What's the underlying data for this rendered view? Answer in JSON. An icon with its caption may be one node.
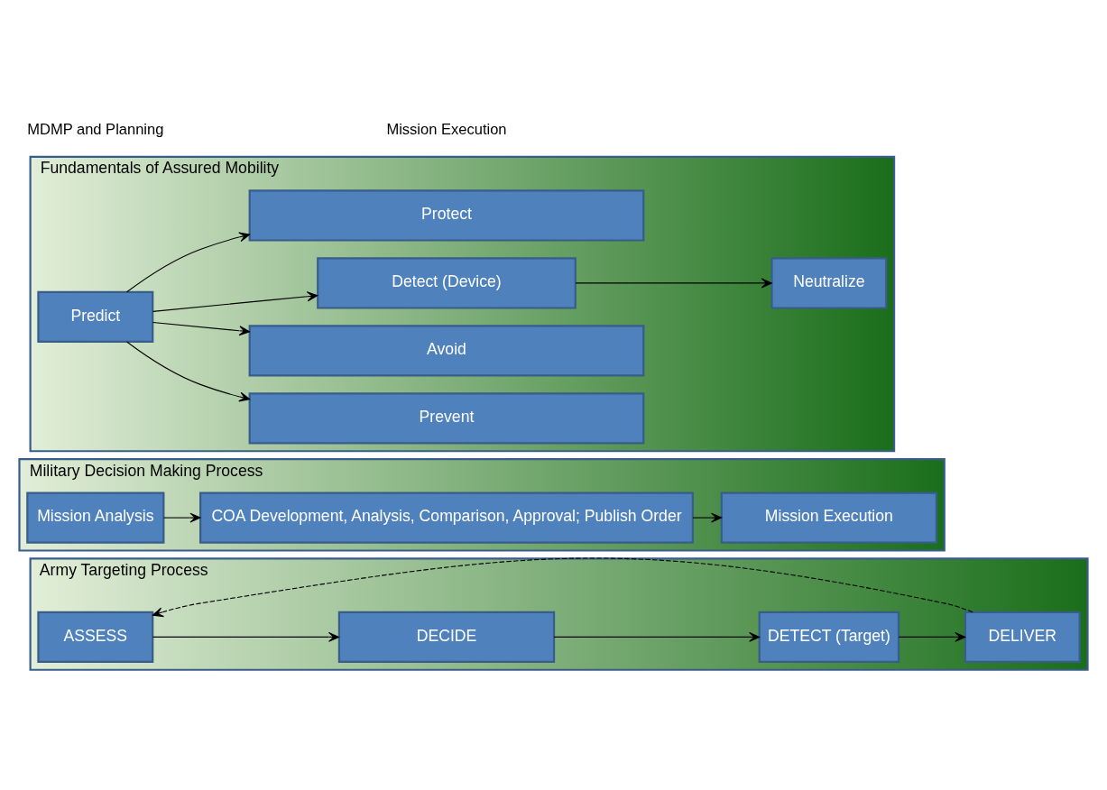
{
  "diagram": {
    "nodes": [
      {
        "text": [
          "Army Targeting Process"
        ]
      },
      {
        "text": [
          "ASSESS"
        ],
        "in": 0
      },
      {
        "text": [
          "DECIDE"
        ],
        "in": 0
      },
      {
        "text": [
          "DETECT (Target)"
        ],
        "in": 0
      },
      {
        "text": [
          "DELIVER"
        ],
        "in": 0
      },
      {
        "text": [
          "Military Decision Making Process"
        ]
      },
      {
        "text": [
          "Mission Analysis"
        ],
        "in": 5
      },
      {
        "text": [
          "COA Development, Analysis, Comparison, Approval; Publish Order"
        ],
        "in": 5
      },
      {
        "text": [
          "Mission Execution"
        ],
        "in": 5
      },
      {
        "text": [
          "Fundamentals of Assured Mobility"
        ]
      },
      {
        "text": [
          "Predict"
        ],
        "in": 9
      },
      {
        "text": [
          "Prevent"
        ],
        "in": 9
      },
      {
        "text": [
          "Avoid"
        ],
        "in": 9
      },
      {
        "text": [
          "Detect (Device)"
        ],
        "in": 9
      },
      {
        "text": [
          "Neutralize"
        ],
        "in": 9
      },
      {
        "text": [
          "Protect"
        ],
        "in": 9
      }
    ],
    "edges": [
      {
        "from": 1,
        "to": 2,
        "arrow": "to"
      },
      {
        "from": 2,
        "to": 3,
        "arrow": "to"
      },
      {
        "from": 3,
        "to": 4,
        "arrow": "to"
      },
      {
        "from": 4,
        "to": 1,
        "arrow": "to",
        "style": "dashed"
      },
      {
        "from": 6,
        "to": 7,
        "arrow": "to"
      },
      {
        "from": 7,
        "to": 8,
        "arrow": "to"
      },
      {
        "from": 10,
        "to": 11,
        "arrow": "to"
      },
      {
        "from": 10,
        "to": 12,
        "arrow": "to"
      },
      {
        "from": 10,
        "to": 13,
        "arrow": "to"
      },
      {
        "from": 10,
        "to": 15,
        "arrow": "to"
      },
      {
        "from": 13,
        "to": 14,
        "arrow": "to"
      }
    ],
    "labels": [
      "MDMP and Planning",
      "Mission Execution"
    ]
  }
}
